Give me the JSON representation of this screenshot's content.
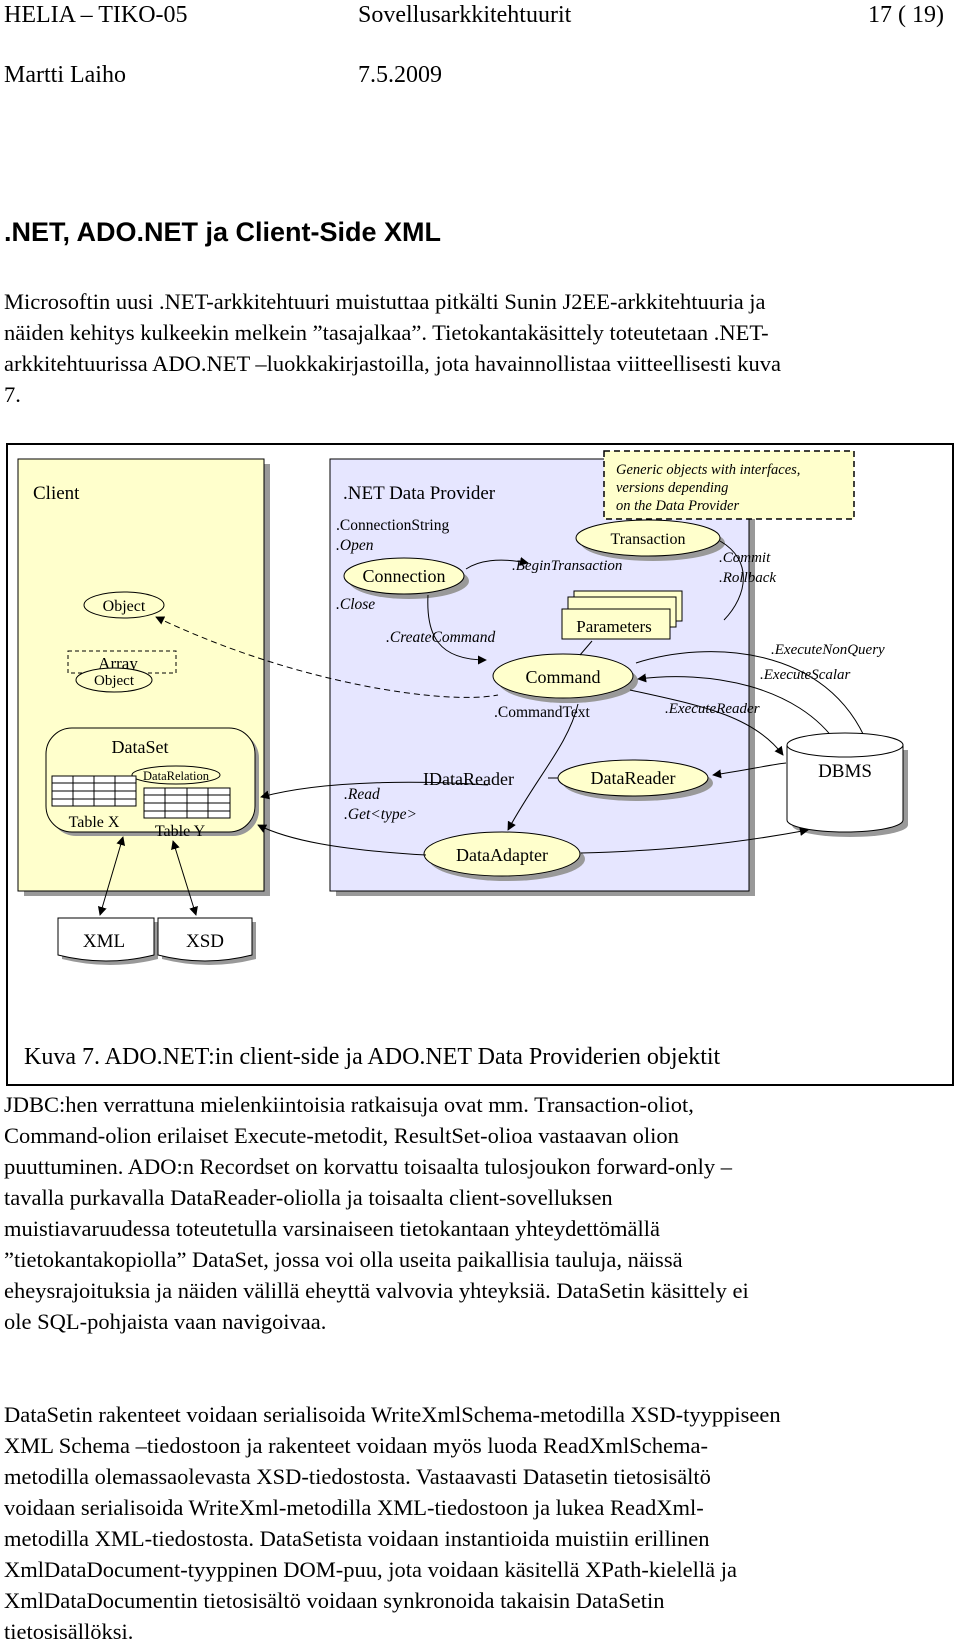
{
  "header": {
    "institution": "HELIA – TIKO-05",
    "course": "Sovellusarkkitehtuurit",
    "page": "17 ( 19)",
    "author": "Martti Laiho",
    "date": "7.5.2009"
  },
  "section_title": ".NET, ADO.NET ja Client-Side XML",
  "intro_lines": [
    "Microsoftin uusi .NET-arkkitehtuuri muistuttaa pitkälti Sunin J2EE-arkkitehtuuria ja",
    "näiden kehitys kulkeekin melkein ”tasajalkaa”. Tietokantakäsittely toteutetaan .NET-",
    "arkkitehtuurissa ADO.NET –luokkakirjastoilla, jota havainnollistaa viitteellisesti kuva",
    "7."
  ],
  "diagram": {
    "client_title": "Client",
    "provider_title": ".NET Data Provider",
    "note_lines": [
      "Generic objects with interfaces,",
      "versions depending",
      "on the Data Provider"
    ],
    "object": "Object",
    "array": "Array",
    "array_object": "Object",
    "dataset": "DataSet",
    "datarelation": "DataRelation",
    "table_x": "Table X",
    "table_y": "Table Y",
    "xml": "XML",
    "xsd": "XSD",
    "connection_string": ".ConnectionString",
    "open": ".Open",
    "connection": "Connection",
    "close": ".Close",
    "transaction": "Transaction",
    "begin_transaction": ".BeginTransaction",
    "commit": ".Commit",
    "rollback": ".Rollback",
    "create_command": ".CreateCommand",
    "parameters": "Parameters",
    "command": "Command",
    "command_text": ".CommandText",
    "execute_non_query": ".ExecuteNonQuery",
    "execute_scalar": ".ExecuteScalar",
    "execute_reader": ".ExecuteReader",
    "dbms": "DBMS",
    "idatareader": "IDataReader",
    "datareader": "DataReader",
    "read": ".Read",
    "get_type": ".Get<type>",
    "dataadapter": "DataAdapter"
  },
  "caption": "Kuva 7.  ADO.NET:in client-side ja ADO.NET Data Providerien objektit",
  "para2_lines": [
    "JDBC:hen verrattuna mielenkiintoisia ratkaisuja ovat mm. Transaction-oliot,",
    "Command-olion erilaiset Execute-metodit, ResultSet-olioa vastaavan olion",
    "puuttuminen.  ADO:n Recordset on korvattu toisaalta tulosjoukon forward-only –",
    "tavalla purkavalla DataReader-oliolla ja toisaalta client-sovelluksen",
    "muistiavaruudessa toteutetulla varsinaiseen tietokantaan yhteydettömällä",
    "”tietokantakopiolla” DataSet, jossa voi olla useita paikallisia tauluja, näissä",
    "eheysrajoituksia ja näiden välillä eheyttä valvovia yhteyksiä.  DataSetin käsittely ei",
    "ole SQL-pohjaista vaan navigoivaa."
  ],
  "para3_lines": [
    "DataSetin rakenteet voidaan serialisoida WriteXmlSchema-metodilla XSD-tyyppiseen",
    "XML Schema –tiedostoon ja rakenteet voidaan myös luoda ReadXmlSchema-",
    "metodilla olemassaolevasta XSD-tiedostosta.  Vastaavasti Datasetin tietosisältö",
    "voidaan serialisoida WriteXml-metodilla XML-tiedostoon ja lukea ReadXml-",
    "metodilla XML-tiedostosta.  DataSetista voidaan instantioida muistiin erillinen",
    "XmlDataDocument-tyyppinen DOM-puu, jota voidaan käsitellä XPath-kielellä ja",
    "XmlDataDocumentin tietosisältö voidaan synkronoida takaisin DataSetin",
    "tietosisällöksi."
  ],
  "colors": {
    "client_fill": "#ffffcc",
    "provider_fill": "#e6e6ff",
    "note_fill": "#ffffcc"
  }
}
